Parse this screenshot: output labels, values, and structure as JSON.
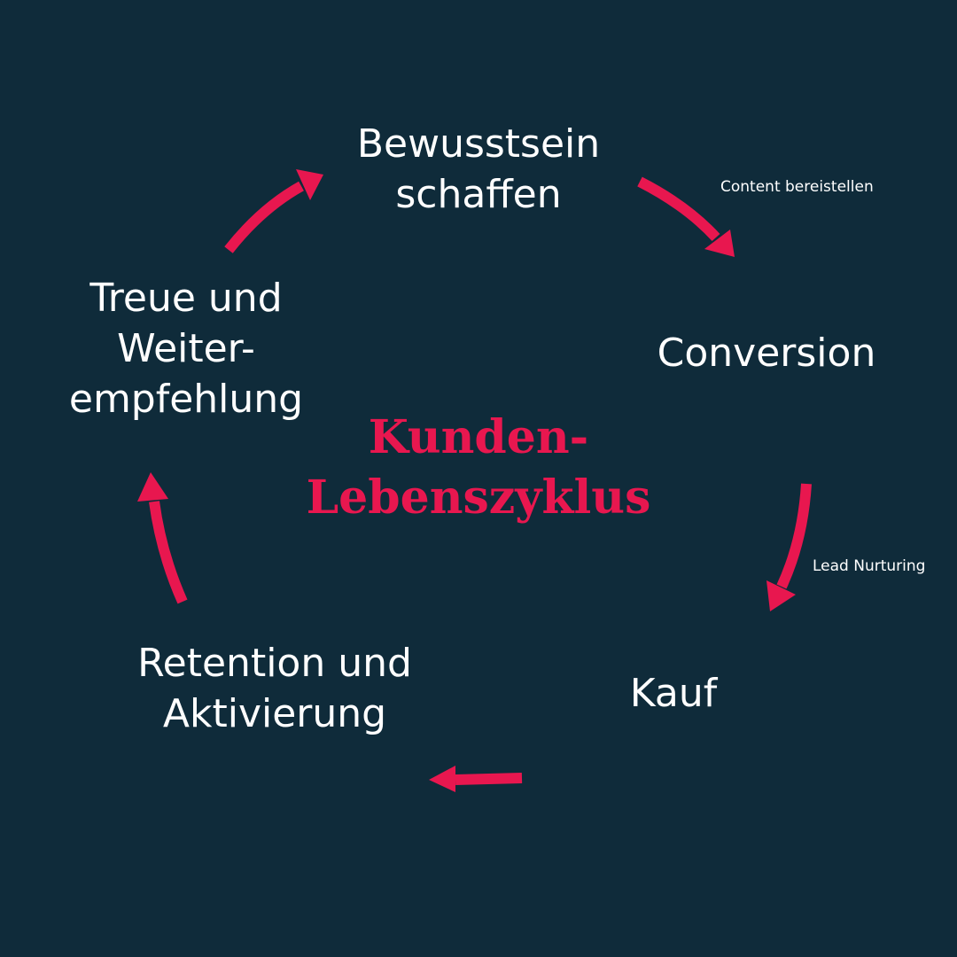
{
  "colors": {
    "background": "#0f2b3a",
    "accent": "#e8174f",
    "text": "#ffffff"
  },
  "center": {
    "line1": "Kunden-",
    "line2": "Lebenszyklus"
  },
  "stages": {
    "awareness": {
      "line1": "Bewusstsein",
      "line2": "schaffen"
    },
    "conversion": {
      "line1": "Conversion"
    },
    "purchase": {
      "line1": "Kauf"
    },
    "retention": {
      "line1": "Retention und",
      "line2": "Aktivierung"
    },
    "loyalty": {
      "line1": "Treue und",
      "line2": "Weiter-",
      "line3": "empfehlung"
    }
  },
  "notes": {
    "content": "Content bereistellen",
    "nurturing": "Lead Nurturing"
  },
  "arrows": [
    {
      "from": "loyalty",
      "to": "awareness"
    },
    {
      "from": "awareness",
      "to": "conversion"
    },
    {
      "from": "conversion",
      "to": "purchase"
    },
    {
      "from": "purchase",
      "to": "retention"
    },
    {
      "from": "retention",
      "to": "loyalty"
    }
  ]
}
